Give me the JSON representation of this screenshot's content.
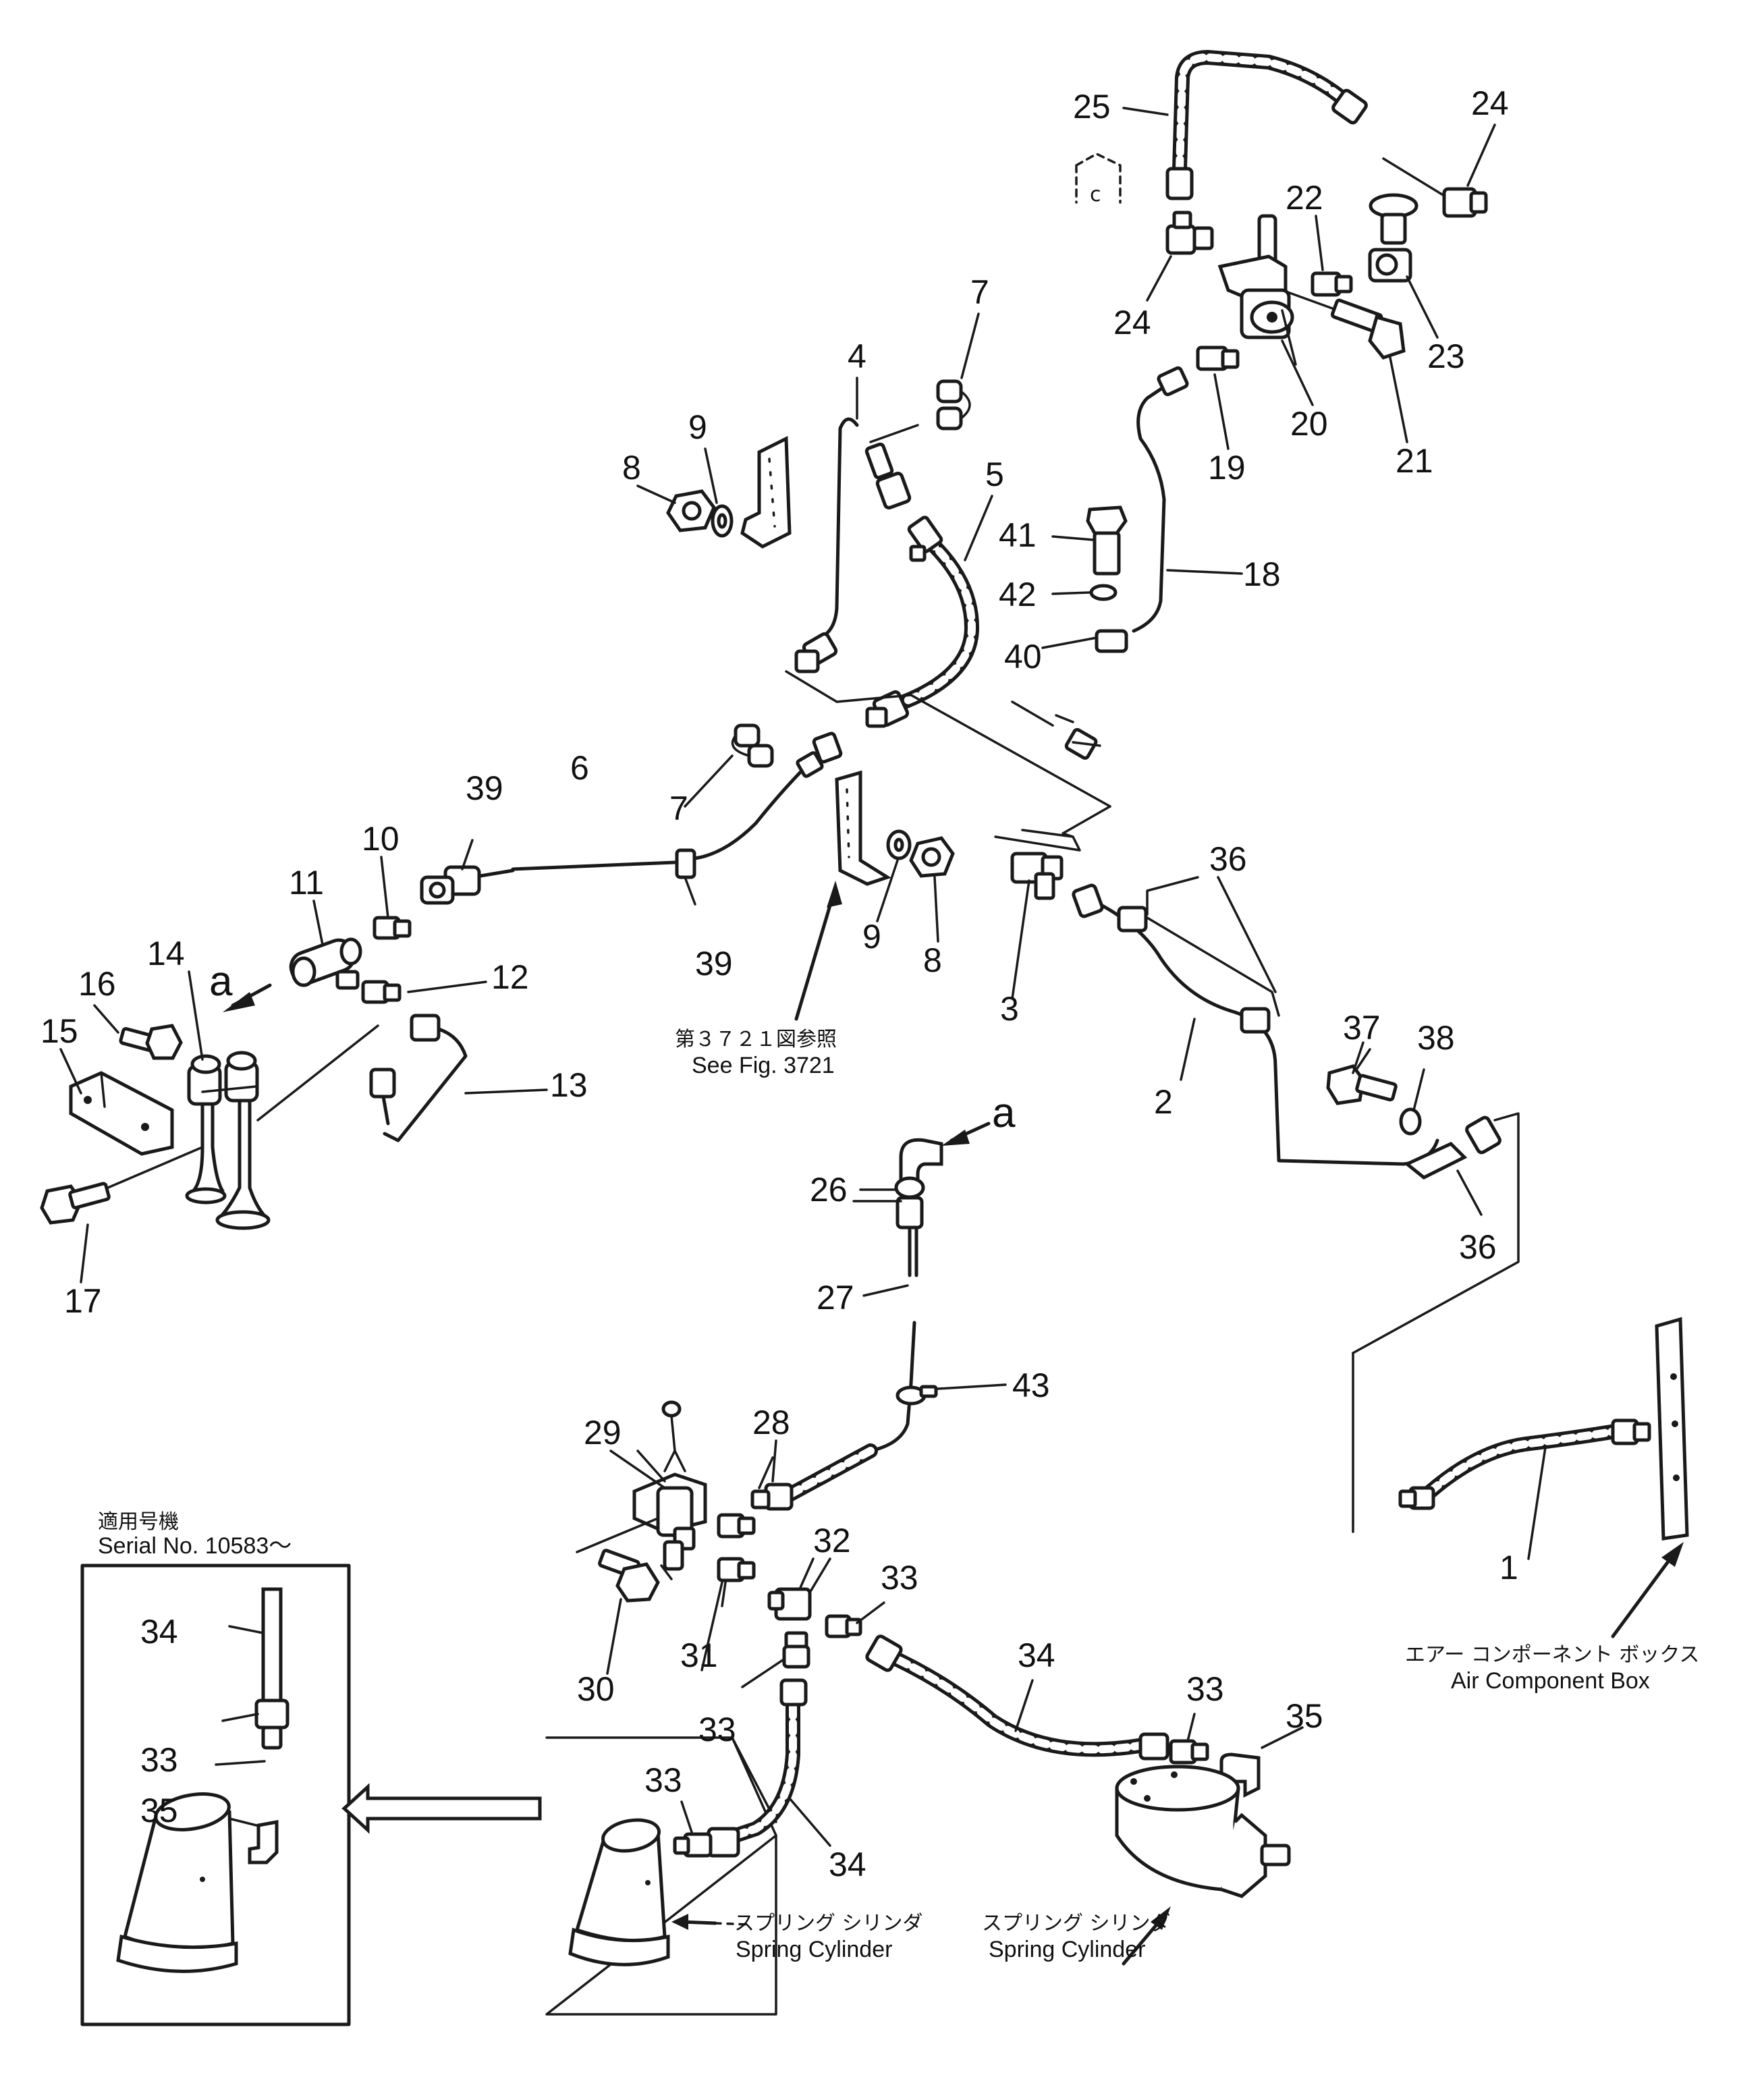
{
  "callouts": {
    "n1": "1",
    "n2": "2",
    "n3": "3",
    "n4": "4",
    "n5": "5",
    "n6": "6",
    "n7a": "7",
    "n7b": "7",
    "n8a": "8",
    "n8b": "8",
    "n9a": "9",
    "n9b": "9",
    "n10": "10",
    "n11": "11",
    "n12": "12",
    "n13": "13",
    "n14": "14",
    "n15": "15",
    "n16": "16",
    "n17": "17",
    "n18": "18",
    "n19": "19",
    "n20": "20",
    "n21": "21",
    "n22": "22",
    "n23": "23",
    "n24a": "24",
    "n24b": "24",
    "n25": "25",
    "n26": "26",
    "n27": "27",
    "n28": "28",
    "n29": "29",
    "n30": "30",
    "n31": "31",
    "n32": "32",
    "n33a": "33",
    "n33b": "33",
    "n33c": "33",
    "n33d": "33",
    "n33e": "33",
    "n34a": "34",
    "n34b": "34",
    "n34c": "34",
    "n35a": "35",
    "n35b": "35",
    "n36a": "36",
    "n36b": "36",
    "n37": "37",
    "n38": "38",
    "n39a": "39",
    "n39b": "39",
    "n40": "40",
    "n41": "41",
    "n42": "42",
    "n43": "43"
  },
  "markers": {
    "a_top": "a",
    "a_mid": "a"
  },
  "notes": {
    "see_fig_jp": "第３７２１図参照",
    "see_fig_en": "See Fig. 3721",
    "serial_jp": "適用号機",
    "serial_en": "Serial  No.  10583～",
    "air_box_jp": "エアー コンポーネント ボックス",
    "air_box_en": "Air Component Box",
    "spring_left_jp": "スプリング シリンダ",
    "spring_left_en": "Spring Cylinder",
    "spring_right_jp": "スプリング シリンダ",
    "spring_right_en": "Spring Cylinder"
  }
}
